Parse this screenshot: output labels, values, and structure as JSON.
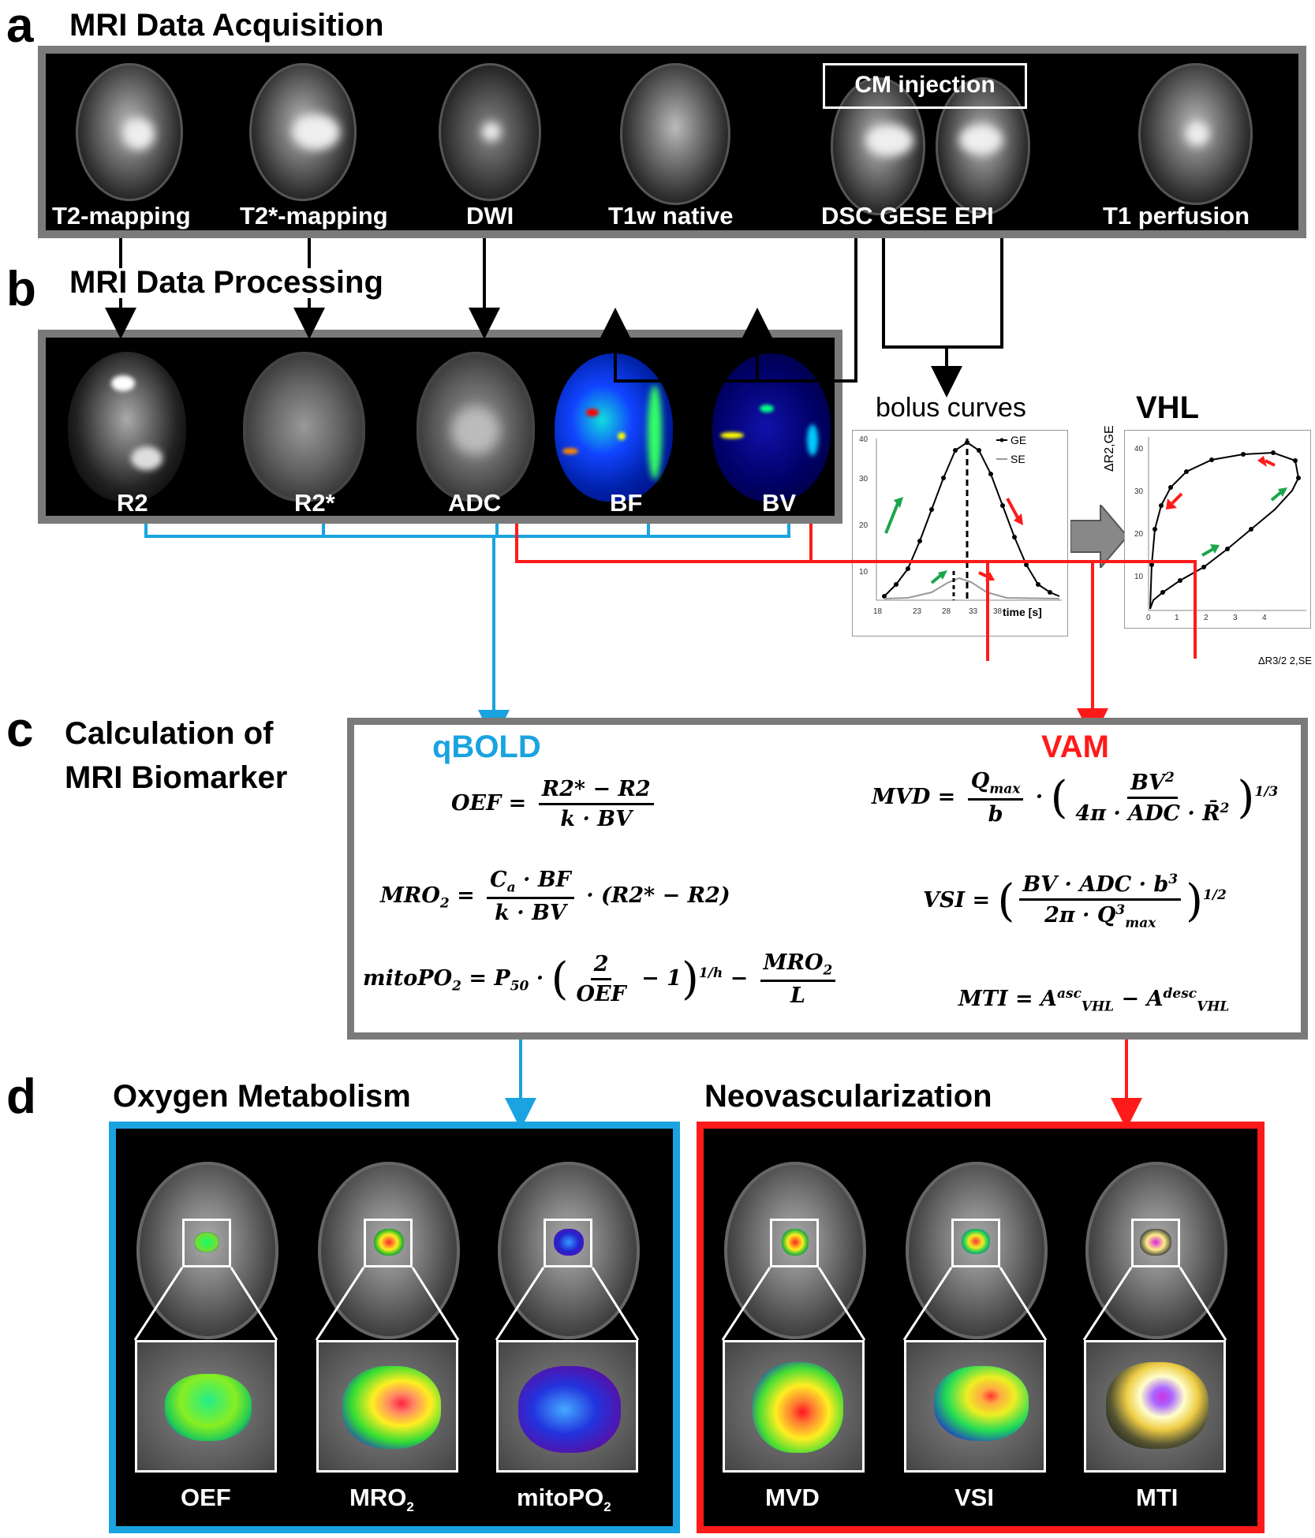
{
  "panels": {
    "a": {
      "letter": "a",
      "title": "MRI Data Acquisition"
    },
    "b": {
      "letter": "b",
      "title": "MRI Data Processing"
    },
    "c": {
      "letter": "c",
      "title_line1": "Calculation of",
      "title_line2": "MRI Biomarker"
    },
    "d": {
      "letter": "d"
    }
  },
  "acquisition": {
    "labels": [
      "T2-mapping",
      "T2*-mapping",
      "DWI",
      "T1w native",
      "DSC GESE EPI",
      "T1 perfusion"
    ],
    "cm_injection": "CM injection"
  },
  "processing": {
    "labels": [
      "R2",
      "R2*",
      "ADC",
      "BF",
      "BV"
    ]
  },
  "bolus": {
    "title": "bolus curves",
    "legend_ge": "GE",
    "legend_se": "SE",
    "xlabel": "time [s]",
    "xticks": [
      "18",
      "23",
      "28",
      "33",
      "38"
    ],
    "yticks": [
      "10",
      "20",
      "30",
      "40"
    ]
  },
  "vhl": {
    "title": "VHL",
    "ylabel": "ΔR2,GE",
    "xlabel": "ΔR3/2 2,SE",
    "xticks": [
      "0",
      "1",
      "2",
      "3",
      "4"
    ],
    "yticks": [
      "10",
      "20",
      "30",
      "40"
    ]
  },
  "calculation": {
    "qbold_label": "qBOLD",
    "vam_label": "VAM"
  },
  "outputs": {
    "oxygen": {
      "title": "Oxygen Metabolism",
      "labels": [
        "OEF",
        "MRO",
        "mitoPO"
      ]
    },
    "neo": {
      "title": "Neovascularization",
      "labels": [
        "MVD",
        "VSI",
        "MTI"
      ]
    }
  },
  "colors": {
    "qbold": "#1aa3e0",
    "vam": "#ff1a1a",
    "panel_border": "#7a7a7a",
    "green_arrow": "#1aa64a"
  }
}
